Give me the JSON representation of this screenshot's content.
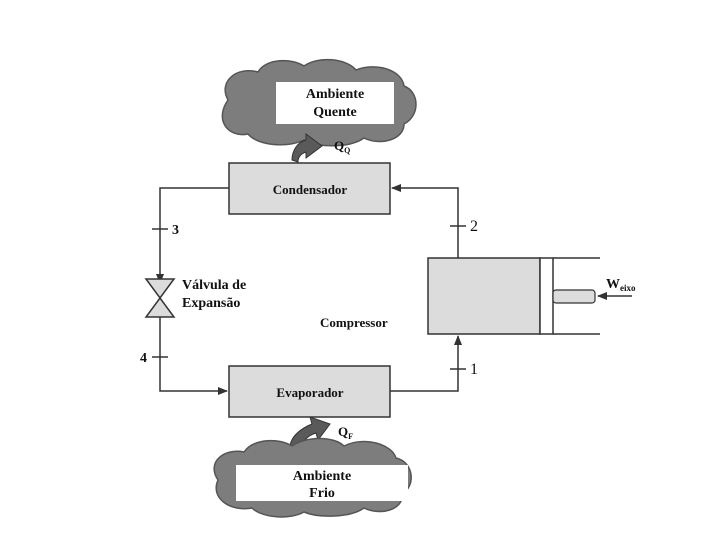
{
  "ambient_hot": {
    "line1": "Ambiente",
    "line2": "Quente"
  },
  "ambient_cold": {
    "line1": "Ambiente",
    "line2": "Frio"
  },
  "heat_out": {
    "symbol": "Q",
    "subscript": "Q"
  },
  "heat_in": {
    "symbol": "Q",
    "subscript": "F"
  },
  "condenser": {
    "label": "Condensador"
  },
  "evaporator": {
    "label": "Evaporador"
  },
  "valve": {
    "line1": "Válvula de",
    "line2": "Expansão"
  },
  "compressor": {
    "label": "Compressor"
  },
  "work": {
    "symbol": "W",
    "subscript": "eixo"
  },
  "states": {
    "s1": "1",
    "s2": "2",
    "s3": "3",
    "s4": "4"
  },
  "colors": {
    "box_fill": "#dcdcdc",
    "line": "#333333",
    "cloud": "#7d7d7d",
    "heat_arrow": "#5a5a5a"
  }
}
